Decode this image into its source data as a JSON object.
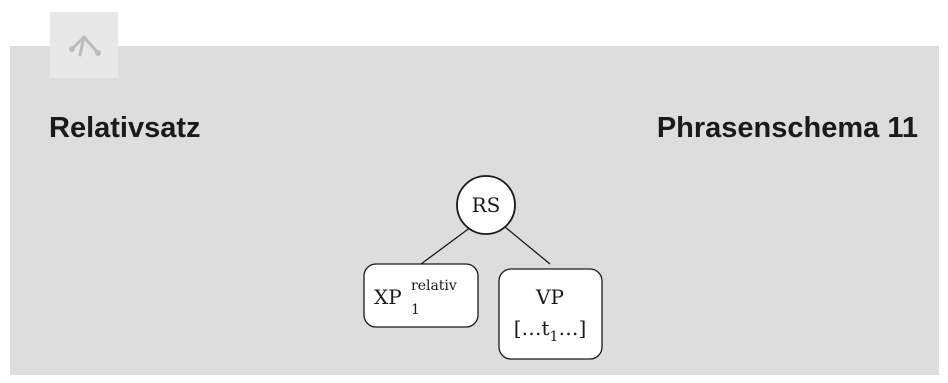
{
  "header": {
    "title_left": "Relativsatz",
    "title_right": "Phrasenschema 11",
    "badge_icon": "tree-structure-icon"
  },
  "tree": {
    "root": {
      "label": "RS"
    },
    "left_child": {
      "base": "XP",
      "subscript": "1",
      "superscript": "relativ"
    },
    "right_child": {
      "line1": "VP",
      "line2_open": "[…t",
      "line2_sub": "1",
      "line2_close": "…]"
    }
  },
  "colors": {
    "panel": "#dddddd",
    "badge": "#e8e8e8",
    "stroke": "#1a1a1a",
    "icon": "#bcbcbc"
  }
}
